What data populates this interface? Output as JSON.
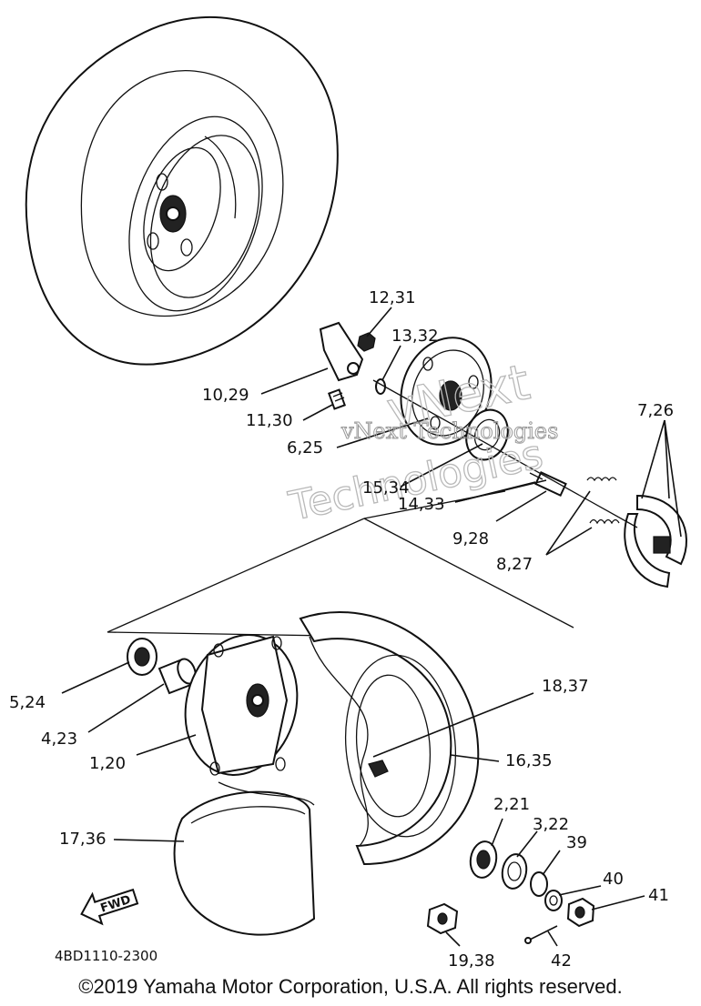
{
  "diagram": {
    "callouts": [
      {
        "id": "c-12-31",
        "label": "12,31"
      },
      {
        "id": "c-13-32",
        "label": "13,32"
      },
      {
        "id": "c-10-29",
        "label": "10,29"
      },
      {
        "id": "c-11-30",
        "label": "11,30"
      },
      {
        "id": "c-6-25",
        "label": "6,25"
      },
      {
        "id": "c-7-26",
        "label": "7,26"
      },
      {
        "id": "c-15-34",
        "label": "15,34"
      },
      {
        "id": "c-14-33",
        "label": "14,33"
      },
      {
        "id": "c-9-28",
        "label": "9,28"
      },
      {
        "id": "c-8-27",
        "label": "8,27"
      },
      {
        "id": "c-5-24",
        "label": "5,24"
      },
      {
        "id": "c-4-23",
        "label": "4,23"
      },
      {
        "id": "c-1-20",
        "label": "1,20"
      },
      {
        "id": "c-18-37",
        "label": "18,37"
      },
      {
        "id": "c-16-35",
        "label": "16,35"
      },
      {
        "id": "c-17-36",
        "label": "17,36"
      },
      {
        "id": "c-2-21",
        "label": "2,21"
      },
      {
        "id": "c-3-22",
        "label": "3,22"
      },
      {
        "id": "c-39",
        "label": "39"
      },
      {
        "id": "c-40",
        "label": "40"
      },
      {
        "id": "c-41",
        "label": "41"
      },
      {
        "id": "c-19-38",
        "label": "19,38"
      },
      {
        "id": "c-42",
        "label": "42"
      }
    ],
    "fwd_label": "FWD",
    "drawing_code": "4BD1110-2300",
    "fwd_icon": "arrow-left-icon"
  },
  "watermark": {
    "brand_small": "vNext Technologies",
    "brand_large_1": "vNext",
    "brand_large_2": "Technologies"
  },
  "footer": {
    "copyright": "©2019 Yamaha Motor Corporation, U.S.A. All rights reserved."
  }
}
